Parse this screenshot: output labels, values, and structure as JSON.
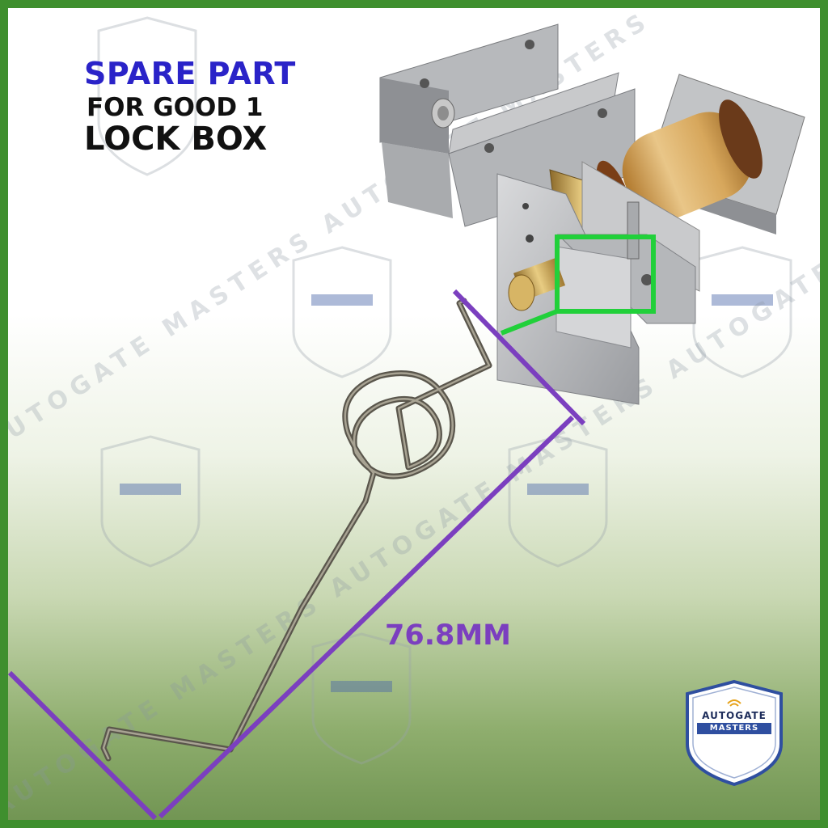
{
  "heading": {
    "line1": "SPARE PART",
    "line2": "FOR GOOD 1",
    "line3": "LOCK BOX"
  },
  "dimension_label": "76.8MM",
  "watermark": {
    "brand_line1": "AUTOGATE",
    "brand_line2": "MASTERS",
    "diagonal_text": "AUTOGATE MASTERS AUTOGATE MASTERS AUTOGATE MASTERS"
  },
  "colors": {
    "heading_blue": "#2a23c8",
    "dimension_purple": "#7b3fbf",
    "highlight_green": "#21d03a",
    "frame_green": "#3f8f2e",
    "logo_navy": "#2f4fa0"
  }
}
